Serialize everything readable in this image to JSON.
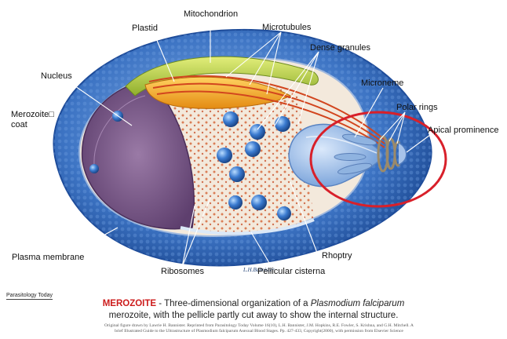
{
  "labels": {
    "mitochondrion": "Mitochondrion",
    "plastid": "Plastid",
    "microtubules": "Microtubules",
    "dense_granules": "Dense granules",
    "nucleus": "Nucleus",
    "microneme": "Microneme",
    "merozoite_coat_line1": "Merozoite□",
    "merozoite_coat_line2": "coat",
    "polar_rings": "Polar rings",
    "apical_prominence": "Apical prominence",
    "plasma_membrane": "Plasma membrane",
    "rhoptry": "Rhoptry",
    "ribosomes": "Ribosomes",
    "pellicular_cisterna": "Pellicular cisterna"
  },
  "artist_signature": "L.H.Bannister",
  "journal": "Parasitology Today",
  "caption": {
    "title": "MEROZOITE",
    "text_before_italic": " - Three-dimensional organization of a ",
    "italic": "Plasmodium falciparum",
    "line2": "merozoite, with the pellicle partly cut away to show the internal structure."
  },
  "credit": {
    "line1": "Original figure drawn by Lawrie H. Bannister. Reprinted from Parasitology Today Volume 16(10), L.H. Bannister, J.M. Hopkins, R.E. Fowler, S. Krishna, and G.H. Mitchell. A",
    "line2": "brief Illustrated Guide to the Ultrastructure of Plasmodium falciparum Asexual Blood Stages. Pp. 427-433, Copyright(2000), with permission from Elsevier Science"
  },
  "colors": {
    "highlight_circle": "#d8202a",
    "caption_title": "#cc1b1b",
    "coat": "#2e63b5",
    "cytoplasm": "#f3e9dc",
    "nucleus": "#7a5a86",
    "mitochondrion": "#c7d94a",
    "plastid": "#f1a823"
  }
}
